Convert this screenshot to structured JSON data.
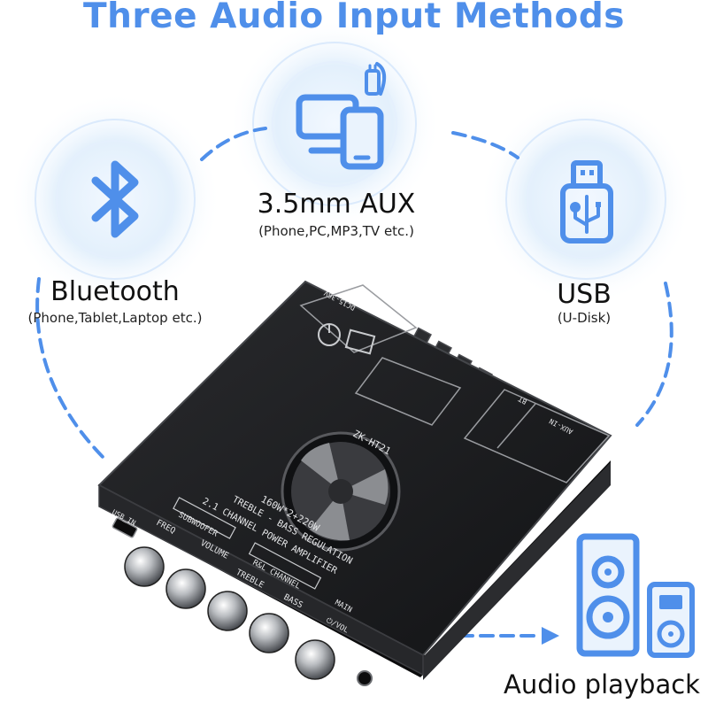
{
  "title": "Three Audio Input Methods",
  "inputs": {
    "aux": {
      "label": "3.5mm AUX",
      "sub": "(Phone,PC,MP3,TV etc.)",
      "icon": "devices-icon"
    },
    "bluetooth": {
      "label": "Bluetooth",
      "sub": "(Phone,Tablet,Laptop etc.)",
      "icon": "bluetooth-icon"
    },
    "usb": {
      "label": "USB",
      "sub": "(U-Disk)",
      "icon": "usb-drive-icon"
    }
  },
  "output": {
    "label": "Audio playback",
    "icon": "speaker-icon"
  },
  "device": {
    "model": "ZK-HT21",
    "line1": "160W*2+220W",
    "line2": "TREBLE - BASS REGULATION",
    "line3": "2.1 CHANNEL POWER AMPLIFIER",
    "subwoofer": "SUBWOOFER",
    "freq": "FREQ",
    "volume": "VOLUME",
    "channel": "R&L CHANNEL",
    "treble": "TREBLE",
    "bass": "BASS",
    "main": "MAIN",
    "vol": "⏻/VOL",
    "usb_in": "USB_IN",
    "dc": "DC15-36V",
    "bt": "BT",
    "aux_in": "AUX-IN"
  },
  "colors": {
    "accent": "#4f8fea",
    "board": "#1b1c1e",
    "glow": "#e6f2fd"
  }
}
